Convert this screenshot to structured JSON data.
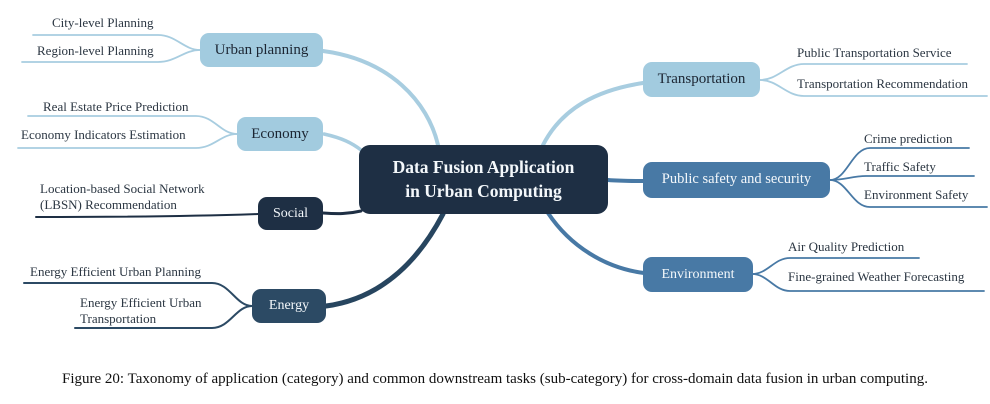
{
  "diagram": {
    "center": {
      "line1": "Data Fusion Application",
      "line2": "in Urban Computing"
    },
    "left_branches": [
      {
        "label": "Urban planning",
        "children": [
          "City-level Planning",
          "Region-level Planning"
        ]
      },
      {
        "label": "Economy",
        "children": [
          "Real Estate Price Prediction",
          "Economy Indicators Estimation"
        ]
      },
      {
        "label": "Social",
        "children": [
          "Location-based Social Network (LBSN) Recommendation"
        ]
      },
      {
        "label": "Energy",
        "children": [
          "Energy Efficient Urban Planning",
          "Energy Efficient Urban Transportation"
        ]
      }
    ],
    "right_branches": [
      {
        "label": "Transportation",
        "children": [
          "Public Transportation Service",
          "Transportation Recommendation"
        ]
      },
      {
        "label": "Public safety and security",
        "children": [
          "Crime prediction",
          "Traffic Safety",
          "Environment Safety"
        ]
      },
      {
        "label": "Environment",
        "children": [
          "Air Quality Prediction",
          "Fine-grained Weather Forecasting"
        ]
      }
    ]
  },
  "caption": "Figure 20: Taxonomy of application (category) and common downstream tasks (sub-category) for cross-domain data fusion in urban computing.",
  "palette": {
    "light_blue": "#a2cbdf",
    "light_blue_line": "#a8cde0",
    "medium_blue": "#4879a5",
    "dark_navy": "#1e2f44",
    "slate_blue": "#2c4a64",
    "energy_line": "#27455f",
    "text_dark": "#2b3642",
    "background": "#ffffff"
  }
}
